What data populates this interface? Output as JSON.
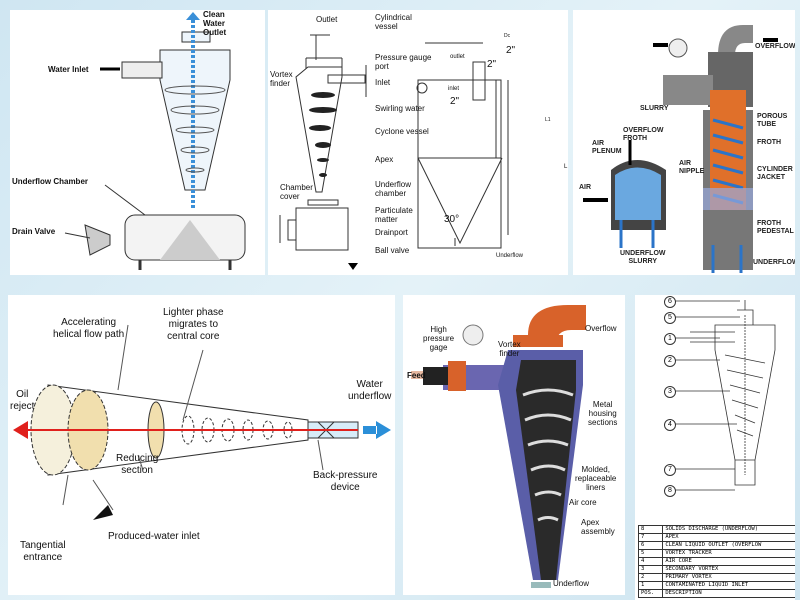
{
  "panel1": {
    "labels": {
      "outlet": "Clean\nWater\nOutlet",
      "inlet": "Water Inlet",
      "underflow_chamber": "Underflow Chamber",
      "drain_valve": "Drain Valve"
    }
  },
  "panel2": {
    "labels": {
      "outlet": "Outlet",
      "cylindrical_vessel": "Cylindrical\nvessel",
      "pressure_gauge_port": "Pressure gauge\nport",
      "vortex_finder": "Vortex\nfinder",
      "inlet": "Inlet",
      "swirling_water": "Swirling water",
      "cyclone_vessel": "Cyclone vessel",
      "apex": "Apex",
      "underflow_chamber": "Underflow\nchamber",
      "chamber_cover": "Chamber\ncover",
      "particulate_matter": "Particulate\nmatter",
      "drainport": "Drainport",
      "ball_valve": "Ball valve"
    },
    "dims": {
      "outlet": "outlet",
      "outlet_size": "2\"",
      "inlet_size_top": "2\"",
      "inlet": "inlet",
      "inlet_size": "2\"",
      "angle": "30°",
      "underflow": "Underflow",
      "dc": "Dc",
      "l1": "L1",
      "l": "L"
    }
  },
  "panel3": {
    "labels": {
      "overflow": "OVERFLOW",
      "slurry": "SLURRY",
      "porous_tube": "POROUS\nTUBE",
      "overflow_froth": "OVERFLOW\nFROTH",
      "air_plenum": "AIR\nPLENUM",
      "froth": "FROTH",
      "air_nipple": "AIR\nNIPPLE",
      "cylinder_jacket": "CYLINDER\nJACKET",
      "air": "AIR",
      "froth_pedestal": "FROTH\nPEDESTAL",
      "underflow_slurry": "UNDERFLOW\nSLURRY",
      "underflow": "UNDERFLOW"
    }
  },
  "panel4": {
    "labels": {
      "helical": "Accelerating\nhelical flow path",
      "lighter": "Lighter phase\nmigrates to\ncentral core",
      "oil_reject": "Oil\nreject",
      "water_underflow": "Water\nunderflow",
      "reducing": "Reducing\nsection",
      "back_pressure": "Back-pressure\ndevice",
      "produced_water": "Produced-water inlet",
      "tangential": "Tangential\nentrance"
    }
  },
  "panel5": {
    "labels": {
      "gage": "High\npressure\ngage",
      "vortex_finder": "Vortex\nfinder",
      "overflow": "Overflow",
      "feed": "Feed",
      "metal_housing": "Metal\nhousing\nsections",
      "liners": "Molded,\nreplaceable\nliners",
      "air_core": "Air core",
      "apex_assembly": "Apex\nassembly",
      "underflow": "Underflow"
    }
  },
  "panel6": {
    "callouts": [
      "6",
      "5",
      "1",
      "2",
      "3",
      "4",
      "7",
      "8"
    ],
    "legend": [
      {
        "pos": "8",
        "desc": "SOLIDS DISCHARGE (UNDERFLOW)"
      },
      {
        "pos": "7",
        "desc": "APEX"
      },
      {
        "pos": "6",
        "desc": "CLEAN LIQUID OUTLET (OVERFLOW"
      },
      {
        "pos": "5",
        "desc": "VORTEX TRACKER"
      },
      {
        "pos": "4",
        "desc": "AIR CORE"
      },
      {
        "pos": "3",
        "desc": "SECONDARY VORTEX"
      },
      {
        "pos": "2",
        "desc": "PRIMARY VORTEX"
      },
      {
        "pos": "1",
        "desc": "CONTAMINATED LIQUID INLET"
      },
      {
        "pos": "POS.",
        "desc": "DESCRIPTION"
      }
    ]
  },
  "colors": {
    "orange": "#e0702a",
    "blue": "#1f6fb5",
    "red": "#e0201c",
    "purple": "#5a5ea8",
    "gray": "#7a7a7a"
  }
}
